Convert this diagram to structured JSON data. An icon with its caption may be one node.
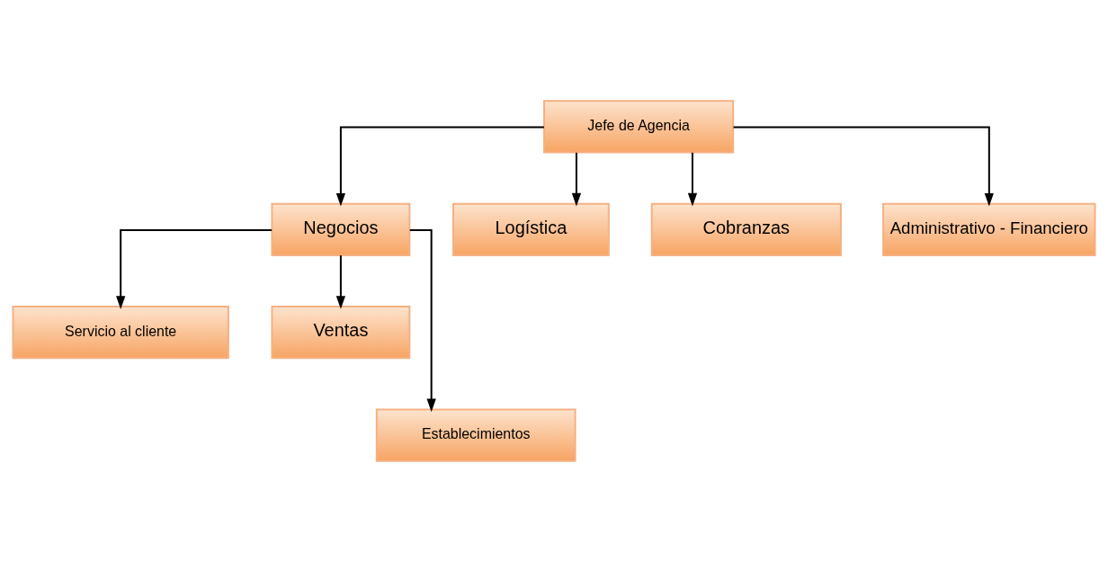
{
  "diagram": {
    "nodes": [
      {
        "text": [
          "Jefe de Agencia"
        ]
      },
      {
        "text": [
          "Negocios"
        ]
      },
      {
        "text": [
          "Logística"
        ]
      },
      {
        "text": [
          "Cobranzas"
        ]
      },
      {
        "text": [
          "Administrativo - Financiero"
        ]
      },
      {
        "text": [
          "Servicio al cliente"
        ]
      },
      {
        "text": [
          "Ventas"
        ]
      },
      {
        "text": [
          "Establecimientos"
        ]
      }
    ],
    "edges": [
      {
        "from": 0,
        "to": 1,
        "arrow": "to"
      },
      {
        "from": 0,
        "to": 2,
        "arrow": "to"
      },
      {
        "from": 0,
        "to": 3,
        "arrow": "to"
      },
      {
        "from": 0,
        "to": 4,
        "arrow": "to"
      },
      {
        "from": 1,
        "to": 5,
        "arrow": "to"
      },
      {
        "from": 1,
        "to": 6,
        "arrow": "to"
      },
      {
        "from": 1,
        "to": 7,
        "arrow": "to"
      }
    ]
  }
}
